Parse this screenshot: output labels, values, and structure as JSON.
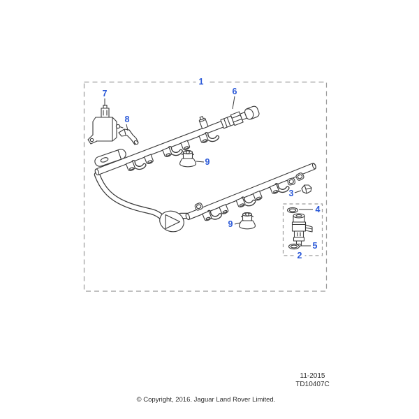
{
  "diagram": {
    "callouts": {
      "c1": "1",
      "c2": "2",
      "c3": "3",
      "c4": "4",
      "c5": "5",
      "c6": "6",
      "c7": "7",
      "c8": "8",
      "c9": "9"
    },
    "colors": {
      "callout_text": "#2b59d8",
      "line_art": "#3a3a3a",
      "dashed_border": "#9a9a9a",
      "background": "#ffffff"
    }
  },
  "footer": {
    "date_code": "11-2015",
    "drawing_number": "TD10407C",
    "copyright": "© Copyright, 2016. Jaguar Land Rover Limited."
  }
}
